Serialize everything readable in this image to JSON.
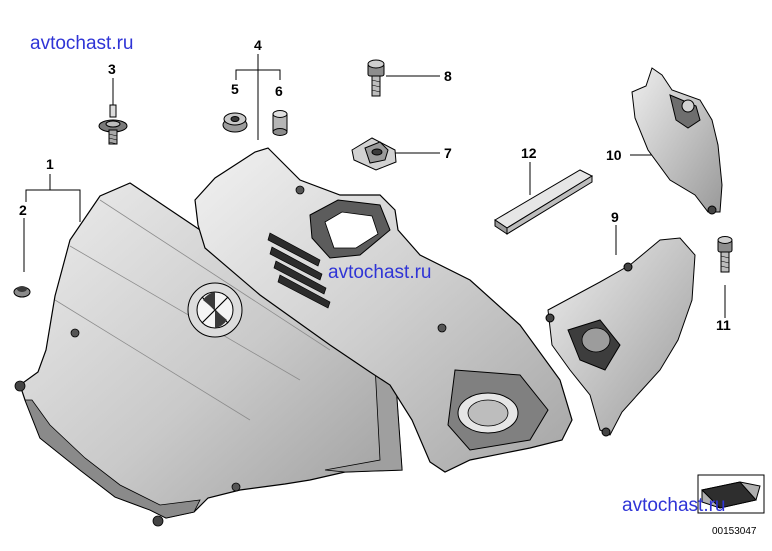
{
  "watermark": "avtochast.ru",
  "document_number": "00153047",
  "callouts": [
    "1",
    "2",
    "3",
    "4",
    "5",
    "6",
    "7",
    "8",
    "9",
    "10",
    "11",
    "12"
  ]
}
